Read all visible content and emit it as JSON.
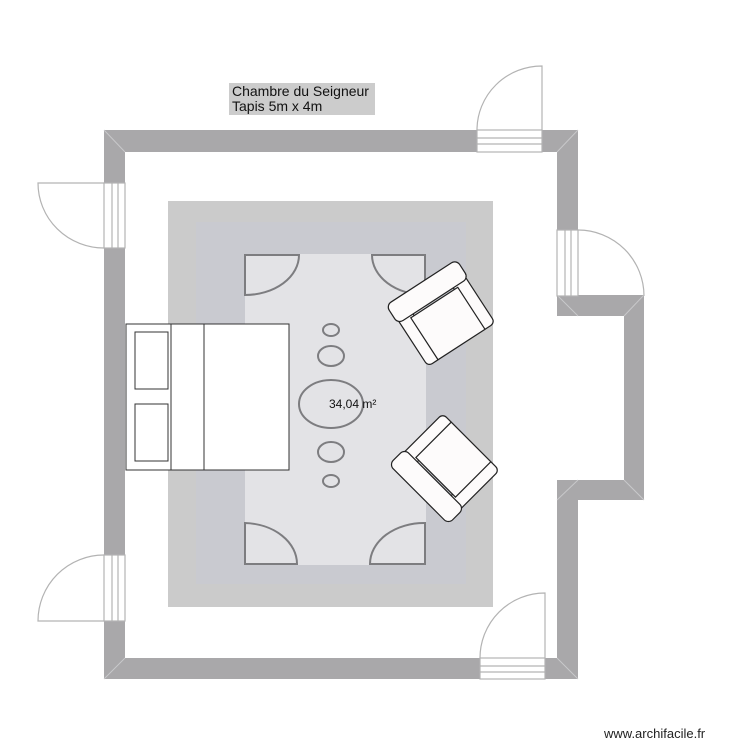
{
  "plan": {
    "title_line1": "Chambre du Seigneur",
    "title_line2": "Tapis 5m x 4m",
    "area": "34,04 m²",
    "watermark": "www.archifacile.fr"
  },
  "colors": {
    "wall": "#a9a8aa",
    "wall_seam": "#c8c8ca",
    "rug_outer": "#cbcbcb",
    "rug_band": "#c9cad0",
    "rug_inner": "#e3e3e6",
    "door_line": "#b3b3b3",
    "rug_door_line": "#7d7d80",
    "furniture_stroke": "#333333",
    "label_bg": "#cccccc"
  },
  "elements": {
    "walls": [
      "top-wall",
      "left-wall",
      "bottom-wall",
      "right-wall",
      "right-alcove"
    ],
    "doors": [
      "door-top-right",
      "door-left-top",
      "door-left-bottom",
      "door-right-upper",
      "door-bottom-right"
    ],
    "furniture": [
      "bed",
      "pillow-top",
      "pillow-bottom",
      "armchair-upper",
      "armchair-lower",
      "rug"
    ],
    "rug_motifs": [
      "corner-arc-tl",
      "corner-arc-tr",
      "corner-arc-bl",
      "corner-arc-br",
      "oval-1",
      "oval-2",
      "oval-center",
      "oval-4",
      "oval-5"
    ]
  }
}
